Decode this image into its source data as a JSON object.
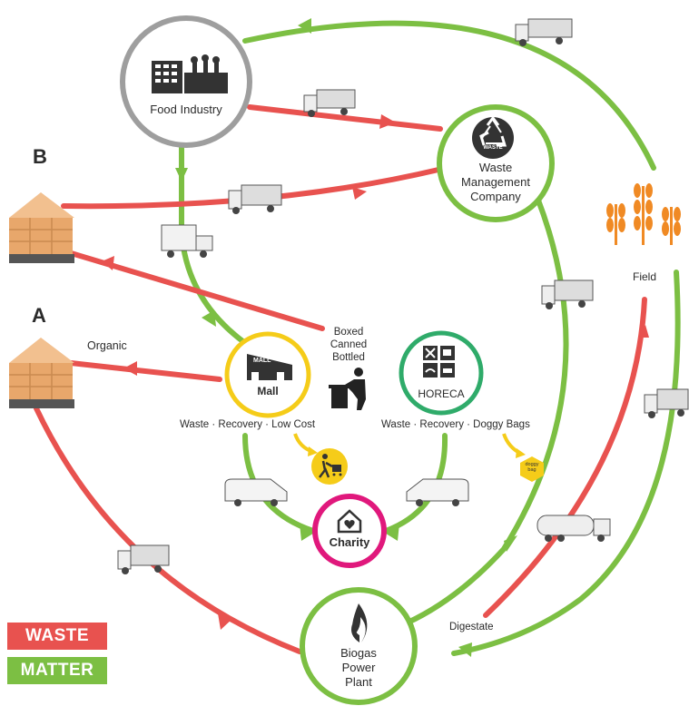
{
  "nodes": {
    "food_industry": "Food Industry",
    "waste_mgmt": "Waste\nManagement\nCompany",
    "mall": "Mall",
    "horeca": "HORECA",
    "charity": "Charity",
    "biogas": "Biogas\nPower\nPlant",
    "field": "Field"
  },
  "labels": {
    "b": "B",
    "a": "A",
    "organic": "Organic",
    "boxed": "Boxed\nCanned\nBottled",
    "mall_caption": "Waste · Recovery ·  Low Cost",
    "horeca_caption": "Waste · Recovery ·  Doggy Bags",
    "digestate": "Digestate",
    "waste_badge": "WASTE",
    "mall_sign": "MALL",
    "doggy_bag": "doggy\nbag"
  },
  "legend": {
    "waste": "WASTE",
    "matter": "MATTER"
  },
  "colors": {
    "waste": "#e8524f",
    "matter": "#7cbf43",
    "food_ring": "#9e9e9e",
    "mall_ring": "#f5cc19",
    "horeca_ring": "#2fab6a",
    "charity_ring": "#e0187c",
    "field_orange": "#f08a24"
  }
}
